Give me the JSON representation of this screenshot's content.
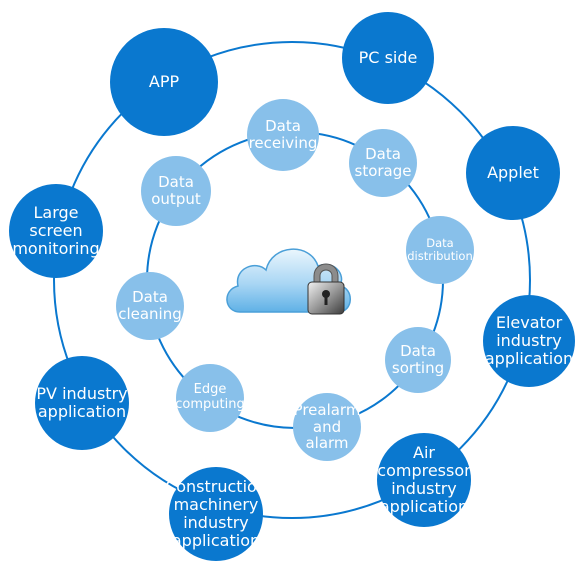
{
  "outer_nodes": [
    {
      "id": "app",
      "label": "APP"
    },
    {
      "id": "pc-side",
      "label": "PC side"
    },
    {
      "id": "applet",
      "label": "Applet"
    },
    {
      "id": "elevator",
      "label": "Elevator\nindustry\napplication"
    },
    {
      "id": "air-compressor",
      "label": "Air\ncompressor\nindustry\napplication"
    },
    {
      "id": "construction-machinery",
      "label": "Construction\nmachinery\nindustry\napplication"
    },
    {
      "id": "pv-industry",
      "label": "PV industry\napplication"
    },
    {
      "id": "large-screen",
      "label": "Large\nscreen\nmonitoring"
    }
  ],
  "inner_nodes": [
    {
      "id": "data-receiving",
      "label": "Data\nreceiving"
    },
    {
      "id": "data-storage",
      "label": "Data\nstorage"
    },
    {
      "id": "data-distribution",
      "label": "Data\ndistribution"
    },
    {
      "id": "data-sorting",
      "label": "Data\nsorting"
    },
    {
      "id": "prealarm",
      "label": "Prealarm\nand\nalarm"
    },
    {
      "id": "edge-computing",
      "label": "Edge\ncomputing"
    },
    {
      "id": "data-cleaning",
      "label": "Data\ncleaning"
    },
    {
      "id": "data-output",
      "label": "Data\noutput"
    }
  ],
  "center": {
    "icon": "cloud-lock-icon"
  },
  "colors": {
    "outer": "#0a78cf",
    "inner": "#88c0ea",
    "ring": "#0a78cf"
  }
}
